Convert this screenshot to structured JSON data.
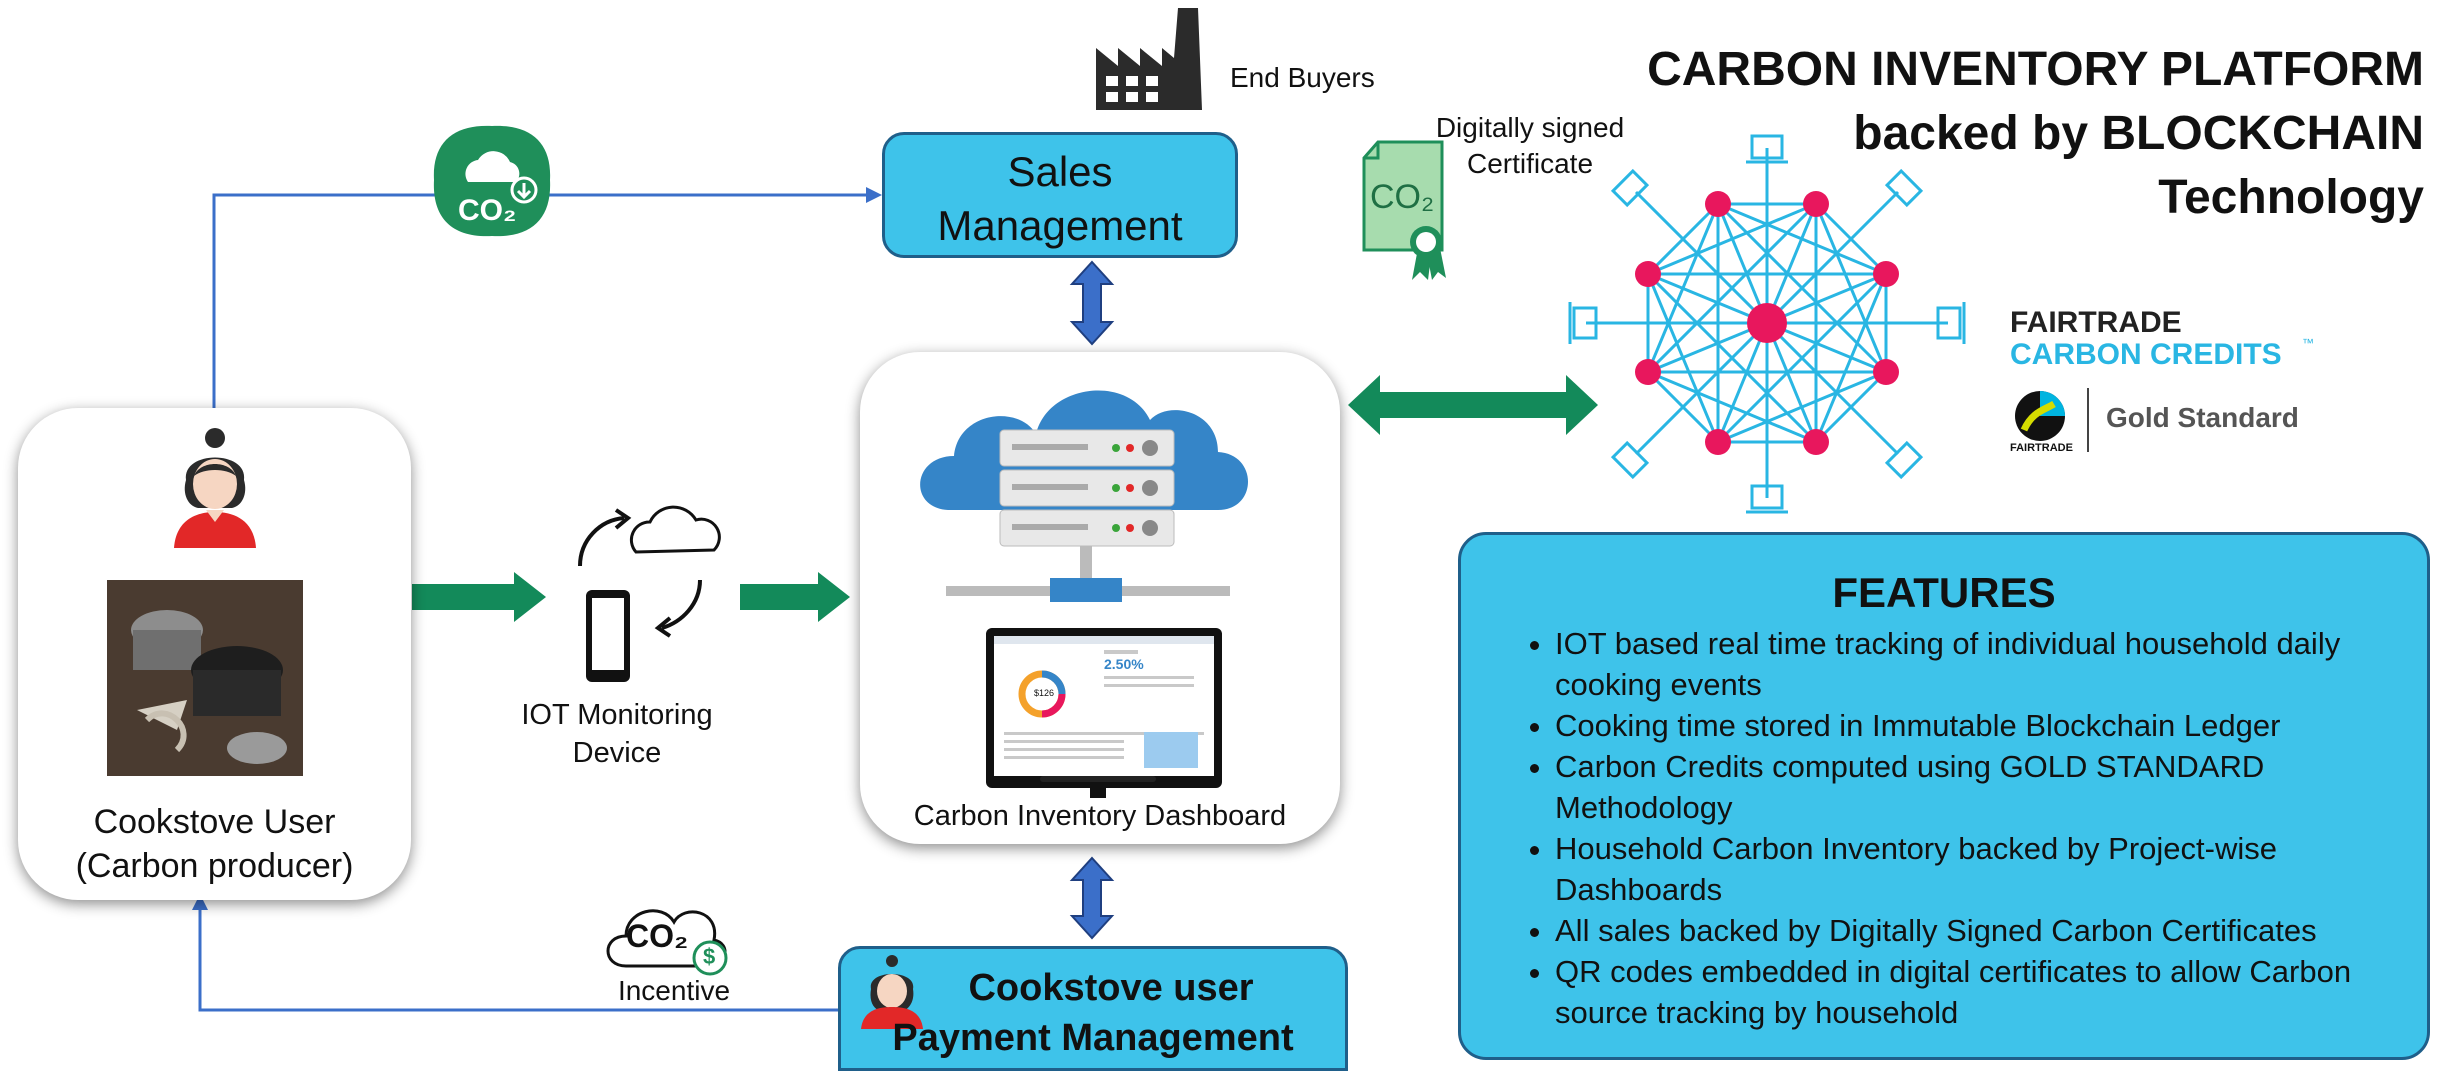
{
  "title": {
    "line1": "CARBON INVENTORY PLATFORM",
    "line2": "backed by BLOCKCHAIN",
    "line3": "Technology"
  },
  "nodes": {
    "end_buyers": "End Buyers",
    "certificate_line1": "Digitally signed",
    "certificate_line2": "Certificate",
    "certificate_icon_text": "CO₂",
    "co2_badge_text": "CO₂",
    "sales_line1": "Sales",
    "sales_line2": "Management",
    "dashboard_label": "Carbon Inventory Dashboard",
    "dashboard_screen_value": "2.50%",
    "dashboard_donut_value": "$126",
    "cookstove_line1": "Cookstove User",
    "cookstove_line2": "(Carbon producer)",
    "iot_line1": "IOT Monitoring",
    "iot_line2": "Device",
    "incentive": "Incentive",
    "incentive_icon_text": "CO₂",
    "incentive_dollar": "$",
    "payment_line1": "Cookstove user",
    "payment_line2": "Payment Management"
  },
  "logos": {
    "fairtrade_line1": "FAIRTRADE",
    "fairtrade_line2": "CARBON CREDITS",
    "fairtrade_tm": "™",
    "fairtrade_small": "FAIRTRADE",
    "gold_standard": "Gold Standard"
  },
  "features": {
    "heading": "FEATURES",
    "items": [
      "IOT based real time tracking of individual household daily cooking events",
      "Cooking time stored in Immutable Blockchain Ledger",
      "Carbon Credits computed using GOLD STANDARD Methodology",
      "Household Carbon Inventory backed by Project-wise Dashboards",
      "All sales backed by Digitally Signed Carbon Certificates",
      "QR codes embedded in digital certificates to allow Carbon source tracking by household"
    ]
  },
  "colors": {
    "accent_blue": "#3ec3ea",
    "border_blue": "#1f5f8a",
    "arrow_green": "#138a5a",
    "arrow_blue": "#3b6fc9",
    "node_pink": "#e8175d",
    "network_cyan": "#29b6e3"
  },
  "icons": [
    "factory-icon",
    "certificate-icon",
    "co2-cloud-icon",
    "woman-avatar-icon",
    "cookstove-photo",
    "iot-device-icon",
    "cloud-server-icon",
    "monitor-icon",
    "blockchain-network-icon",
    "fairtrade-logo",
    "gold-standard-logo",
    "co2-dollar-icon"
  ]
}
